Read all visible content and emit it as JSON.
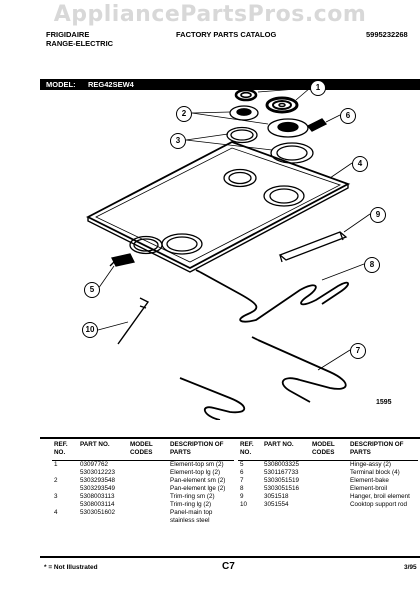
{
  "watermark": "AppliancePartsPros.com",
  "header": {
    "brand": "FRIGIDAIRE",
    "category": "RANGE-ELECTRIC",
    "catalog_title": "FACTORY PARTS CATALOG",
    "catalog_number": "5995232268"
  },
  "model": {
    "label": "MODEL:",
    "value": "REG42SEW4"
  },
  "callouts": [
    "1",
    "2",
    "3",
    "4",
    "5",
    "6",
    "7",
    "8",
    "9",
    "10"
  ],
  "diagram_code": "1595",
  "table": {
    "headers": {
      "ref": "REF. NO.",
      "part": "PART NO.",
      "model_codes": "MODEL CODES",
      "description": "DESCRIPTION OF PARTS"
    },
    "left_rows": [
      {
        "ref": "1",
        "part": "03097762",
        "codes": "",
        "desc": "Element-top sm (2)"
      },
      {
        "ref": "",
        "part": "5303012223",
        "codes": "",
        "desc": "Element-top lg (2)"
      },
      {
        "ref": "2",
        "part": "5303293548",
        "codes": "",
        "desc": "Pan-element sm (2)"
      },
      {
        "ref": "",
        "part": "5303293549",
        "codes": "",
        "desc": "Pan-element lge (2)"
      },
      {
        "ref": "3",
        "part": "5308003113",
        "codes": "",
        "desc": "Trim-ring sm (2)"
      },
      {
        "ref": "",
        "part": "5308003114",
        "codes": "",
        "desc": "Trim-ring lg (2)"
      },
      {
        "ref": "4",
        "part": "5303051602",
        "codes": "",
        "desc": "Panel-main top"
      },
      {
        "ref": "",
        "part": "",
        "codes": "",
        "desc": "stainless steel"
      }
    ],
    "right_rows": [
      {
        "ref": "5",
        "part": "5308003325",
        "codes": "",
        "desc": "Hinge-assy (2)"
      },
      {
        "ref": "6",
        "part": "5301167733",
        "codes": "",
        "desc": "Terminal block (4)"
      },
      {
        "ref": "7",
        "part": "5303051519",
        "codes": "",
        "desc": "Element-bake"
      },
      {
        "ref": "8",
        "part": "5303051516",
        "codes": "",
        "desc": "Element-broil"
      },
      {
        "ref": "9",
        "part": "3051518",
        "codes": "",
        "desc": "Hanger, broil element"
      },
      {
        "ref": "10",
        "part": "3051554",
        "codes": "",
        "desc": "Cooktop support rod"
      }
    ]
  },
  "footer": {
    "note": "* = Not Illustrated",
    "page_code": "C7",
    "date": "3/95"
  }
}
